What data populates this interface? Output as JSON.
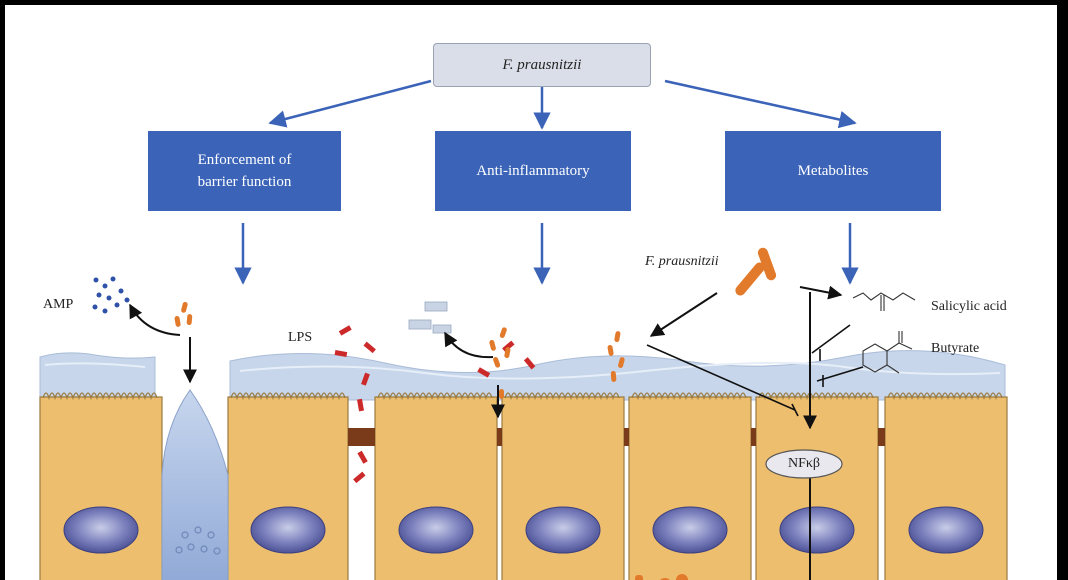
{
  "root": {
    "label": "F. prausnitzii"
  },
  "categories": [
    {
      "label_line1": "Enforcement of",
      "label_line2": "barrier function"
    },
    {
      "label_line1": "Anti-inflammatory",
      "label_line2": ""
    },
    {
      "label_line1": "Metabolites",
      "label_line2": ""
    }
  ],
  "labels": {
    "amp": "AMP",
    "lps": "LPS",
    "bacterium": "F. prausnitzii",
    "salicylic_acid": "Salicylic acid",
    "butyrate": "Butyrate",
    "nfkb": "NFκβ"
  },
  "colors": {
    "category_box": "#3b63b8",
    "root_box": "#d9dee8",
    "cell_fill": "#edbe6e",
    "nucleus": "#6d72b0",
    "mucus": "#c7d6ea",
    "goblet": "#9fb6dd",
    "lps": "#cc2a2a",
    "bacteria": "#e27a2b",
    "arrow_blue": "#3b63b8"
  }
}
